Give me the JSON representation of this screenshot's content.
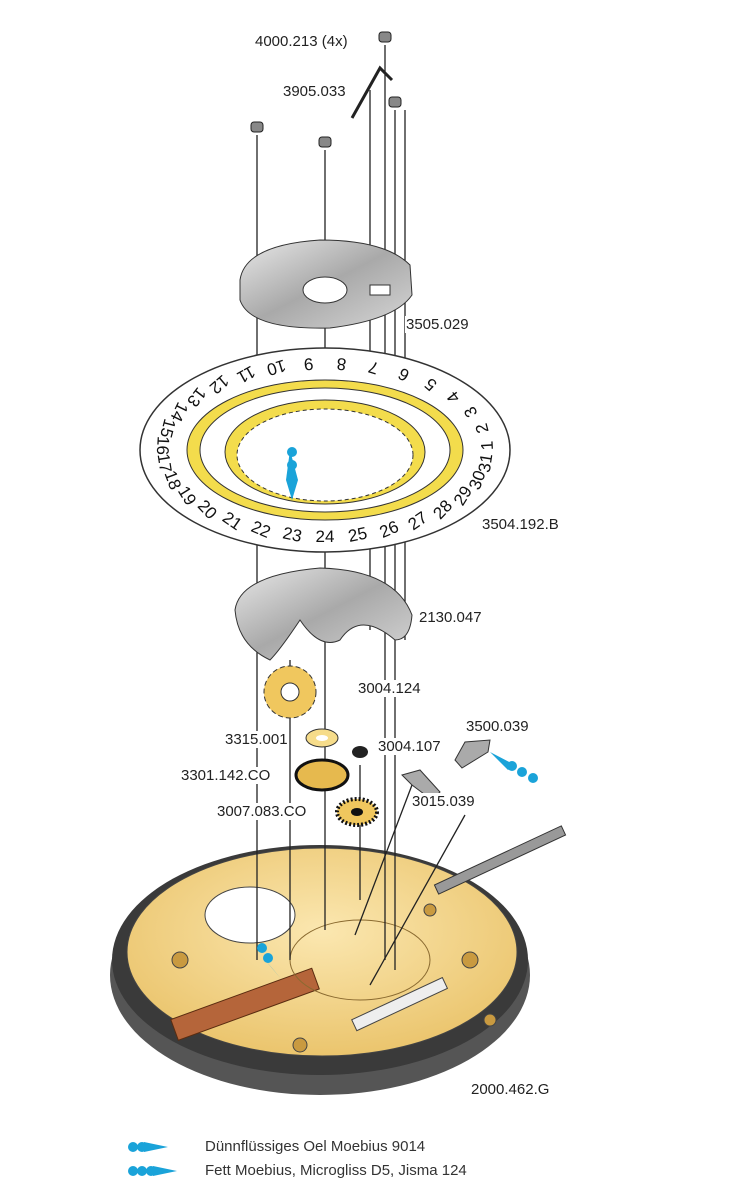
{
  "parts": {
    "screw": "4000.213 (4x)",
    "spring": "3905.033",
    "bridge": "3505.029",
    "date_disc": "3504.192.B",
    "plate": "2130.047",
    "pin_a": "3004.124",
    "lever": "3500.039",
    "washer": "3315.001",
    "pin_b": "3004.107",
    "wheel_a": "3301.142.CO",
    "wheel_b": "3007.083.CO",
    "jumper": "3015.039",
    "mainplate": "2000.462.G"
  },
  "date_numbers": [
    "1",
    "2",
    "3",
    "4",
    "5",
    "6",
    "7",
    "8",
    "9",
    "10",
    "11",
    "12",
    "13",
    "14",
    "15",
    "16",
    "17",
    "18",
    "19",
    "20",
    "21",
    "22",
    "23",
    "24",
    "25",
    "26",
    "27",
    "28",
    "29",
    "30",
    "31"
  ],
  "legend": [
    {
      "label": "Dünnflüssiges Oel Moebius 9014",
      "drops": 2
    },
    {
      "label": "Fett Moebius, Microgliss D5, Jisma 124",
      "drops": 3
    }
  ],
  "colors": {
    "oil": "#1aa3d9",
    "gold": "#f2d27a",
    "ring_yellow": "#f3dc4c",
    "steel": "#9a9a9a"
  }
}
